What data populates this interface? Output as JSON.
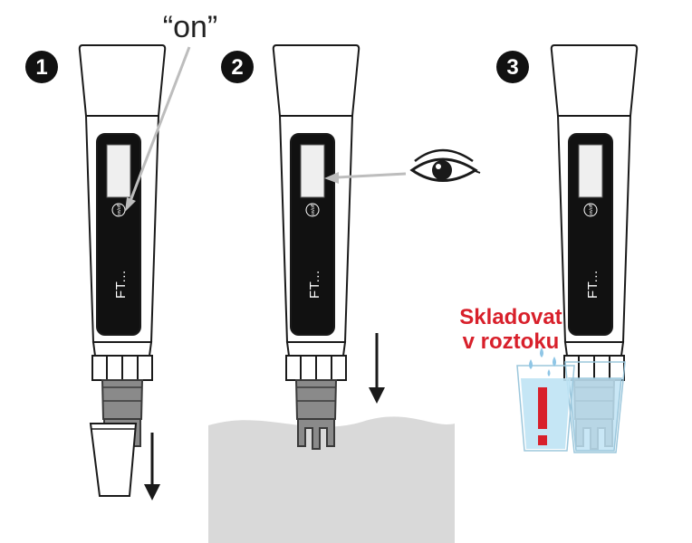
{
  "steps": [
    "1",
    "2",
    "3"
  ],
  "device": {
    "model_label": "FT...",
    "button_label": "on/off"
  },
  "annotations": {
    "on_label": "“on”"
  },
  "warning": {
    "line1": "Skladovat",
    "line2": "v roztoku",
    "color": "#d8202b"
  },
  "colors": {
    "outline": "#1a1a1a",
    "display_panel": "#111111",
    "screen": "#efefef",
    "pointer": "#bdbdbd",
    "water": "#d9d9d9",
    "solution": "#bfe3f4",
    "exclamation": "#d8202b"
  },
  "icons": [
    "eye-icon",
    "exclamation-icon",
    "arrow-down-icon"
  ]
}
